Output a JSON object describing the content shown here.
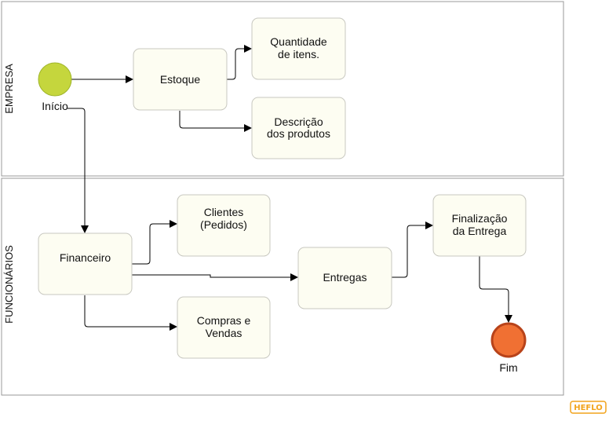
{
  "lanes": {
    "empresa": "EMPRESA",
    "funcionarios": "FUNCIONÁRIOS"
  },
  "events": {
    "start": {
      "label": "Início"
    },
    "end": {
      "label": "Fim"
    }
  },
  "tasks": {
    "estoque": [
      "Estoque"
    ],
    "quantidade": [
      "Quantidade",
      "de itens."
    ],
    "descricao": [
      "Descrição",
      "dos produtos"
    ],
    "financeiro": [
      "Financeiro"
    ],
    "clientes": [
      "Clientes",
      "(Pedidos)"
    ],
    "compras": [
      "Compras e",
      "Vendas"
    ],
    "entregas": [
      "Entregas"
    ],
    "finalizacao": [
      "Finalização",
      "da Entrega"
    ]
  },
  "logo": "HEFLO",
  "colors": {
    "start_fill": "#c5d63d",
    "end_fill": "#f07033",
    "task_fill": "#fdfdf2",
    "logo": "#f2a31b"
  }
}
